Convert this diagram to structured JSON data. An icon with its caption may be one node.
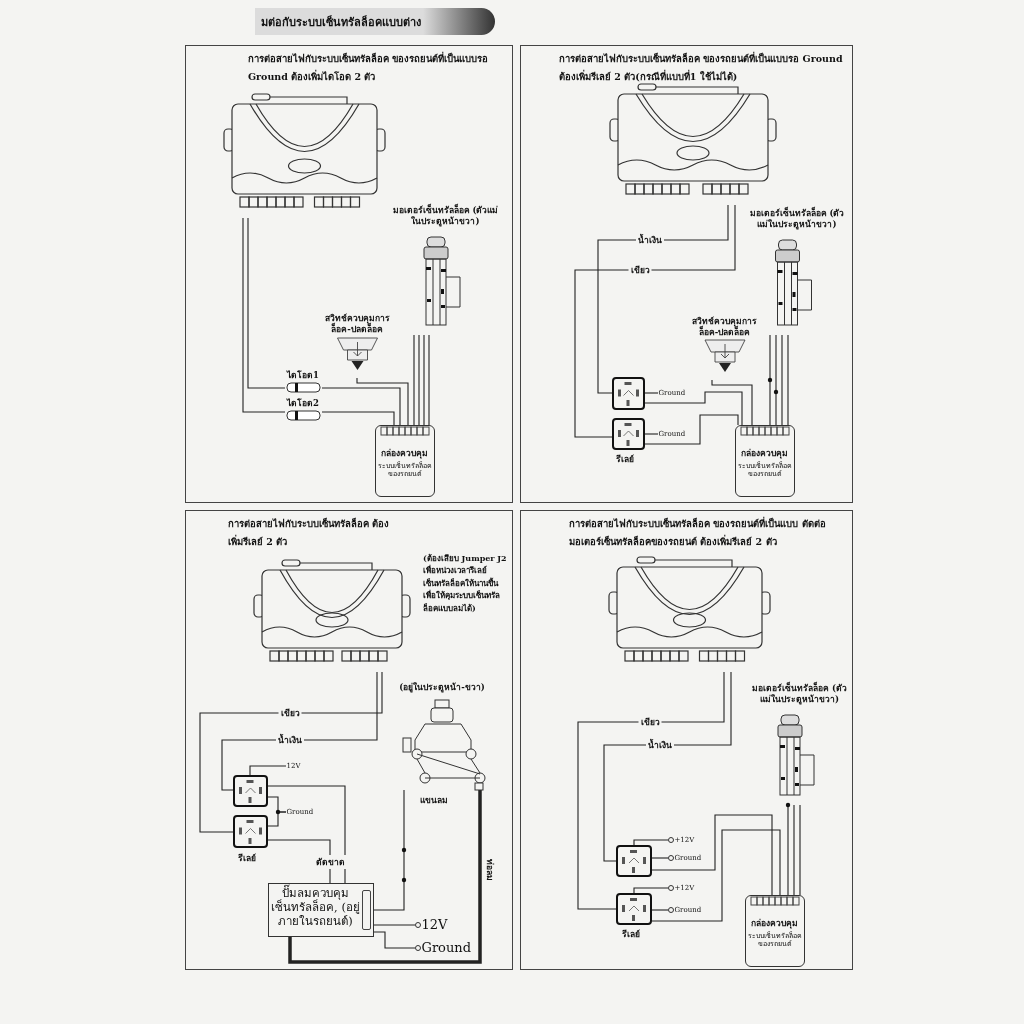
{
  "diagram": {
    "title": "มต่อกับระบบเซ็นทรัลล็อคแบบต่าง",
    "nodes": [
      {
        "text": [
          "การต่อสายไฟกับระบบเซ็นทรัลล็อค ของรถยนต์ที่เป็นแบบรอ Ground ต้องเพิ่มไดโอด 2 ตัว"
        ]
      },
      {
        "text": [],
        "shape": "box",
        "in": 0
      },
      {
        "text": [
          "มอเตอร์เซ็นทรัลล็อค (ตัวแม่ในประตูหน้าขวา)"
        ],
        "in": 0
      },
      {
        "text": [
          "สวิทช์ควบคุมการ ล็อค-ปลดล็อค"
        ],
        "in": 0
      },
      {
        "text": [
          "ไดโอด1"
        ],
        "in": 0
      },
      {
        "text": [
          "ไดโอด2"
        ],
        "in": 0
      },
      {
        "text": [
          "กล่องควบคุม",
          "ระบบเซ็นทรัลล็อคของรถยนต์"
        ],
        "in": 0
      },
      {
        "text": [
          "การต่อสายไฟกับระบบเซ็นทรัลล็อค ของรถยนต์ที่เป็นแบบรอ Ground ต้องเพิ่มรีเลย์ 2 ตัว(กรณีที่แบบที่1 ใช้ไม่ได้)"
        ]
      },
      {
        "text": [],
        "shape": "box",
        "in": 7
      },
      {
        "text": [
          "มอเตอร์เซ็นทรัลล็อค (ตัวแม่ในประตูหน้าขวา)"
        ],
        "in": 7
      },
      {
        "text": [
          "สวิทช์ควบคุมการ ล็อค-ปลดล็อค"
        ],
        "in": 7
      },
      {
        "text": [],
        "shape": "box",
        "in": 7
      },
      {
        "text": [],
        "shape": "box",
        "in": 7,
        "beside": [
          "รีเลย์"
        ]
      },
      {
        "text": [
          "Ground"
        ],
        "in": 7
      },
      {
        "text": [
          "Ground"
        ],
        "in": 7
      },
      {
        "text": [
          "กล่องควบคุม",
          "ระบบเซ็นทรัลล็อคของรถยนต์"
        ],
        "in": 7
      },
      {
        "text": [
          "การต่อสายไฟกับระบบเซ็นทรัลล็อค ต้องเพิ่มรีเลย์ 2 ตัว"
        ]
      },
      {
        "text": [],
        "shape": "box",
        "in": 16
      },
      {
        "text": [
          "(อยู่ในประตูหน้า-ขวา)"
        ],
        "in": 16,
        "beside": [
          "แขนลม"
        ]
      },
      {
        "text": [],
        "shape": "box",
        "in": 16
      },
      {
        "text": [],
        "shape": "box",
        "in": 16,
        "beside": [
          "รีเลย์"
        ]
      },
      {
        "text": [
          "12V"
        ],
        "in": 16
      },
      {
        "text": [
          "Ground"
        ],
        "in": 16
      },
      {
        "text": [
          "ปั๊มลมควบคุม เซ็นทรัลล็อค, (อยู่ภายในรถยนต์)"
        ],
        "in": 16
      },
      {
        "text": [
          "12V"
        ],
        "in": 16
      },
      {
        "text": [
          "Ground"
        ],
        "in": 16
      },
      {
        "text": [
          "การต่อสายไฟกับระบบเซ็นทรัลล็อค ของรถยนต์ที่เป็นแบบ ตัดต่อมอเตอร์เซ็นทรัลล็อคของรถยนต์ ต้องเพิ่มรีเลย์ 2 ตัว"
        ]
      },
      {
        "text": [],
        "shape": "box",
        "in": 26
      },
      {
        "text": [
          "มอเตอร์เซ็นทรัลล็อค (ตัวแม่ในประตูหน้าขวา)"
        ],
        "in": 26
      },
      {
        "text": [],
        "shape": "box",
        "in": 26
      },
      {
        "text": [],
        "shape": "box",
        "in": 26,
        "beside": [
          "รีเลย์"
        ]
      },
      {
        "text": [
          "+12V"
        ],
        "in": 26
      },
      {
        "text": [
          "Ground"
        ],
        "in": 26
      },
      {
        "text": [
          "+12V"
        ],
        "in": 26
      },
      {
        "text": [
          "Ground"
        ],
        "in": 26
      },
      {
        "text": [
          "กล่องควบคุม",
          "ระบบเซ็นทรัลล็อคของรถยนต์"
        ],
        "in": 26
      }
    ],
    "edges": [
      {
        "from": 1,
        "to": 4,
        "arrow": "none"
      },
      {
        "from": 1,
        "to": 5,
        "arrow": "none"
      },
      {
        "from": 4,
        "to": 6,
        "arrow": "none"
      },
      {
        "from": 5,
        "to": 6,
        "arrow": "none"
      },
      {
        "from": 3,
        "to": 6,
        "arrow": "none"
      },
      {
        "from": 2,
        "to": 6,
        "arrow": "none"
      },
      {
        "from": 8,
        "to": 12,
        "arrow": "none",
        "label": "เขียว"
      },
      {
        "from": 8,
        "to": 11,
        "arrow": "none",
        "label": "น้ำเงิน"
      },
      {
        "from": 11,
        "to": 13,
        "arrow": "none"
      },
      {
        "from": 12,
        "to": 14,
        "arrow": "none"
      },
      {
        "from": 11,
        "to": 15,
        "arrow": "none"
      },
      {
        "from": 12,
        "to": 15,
        "arrow": "none"
      },
      {
        "from": 10,
        "to": 15,
        "arrow": "none"
      },
      {
        "from": 9,
        "to": 15,
        "arrow": "none"
      },
      {
        "from": 17,
        "to": 20,
        "arrow": "none",
        "label": "เขียว"
      },
      {
        "from": 17,
        "to": 19,
        "arrow": "none",
        "label": "น้ำเงิน"
      },
      {
        "from": 19,
        "to": 21,
        "arrow": "none"
      },
      {
        "from": 19,
        "to": 22,
        "arrow": "none"
      },
      {
        "from": 20,
        "to": 22,
        "arrow": "none"
      },
      {
        "from": 19,
        "to": 23,
        "arrow": "none"
      },
      {
        "from": 20,
        "to": 23,
        "arrow": "none",
        "label": "ตัดขาด"
      },
      {
        "from": 18,
        "to": 23,
        "arrow": "none"
      },
      {
        "from": 23,
        "to": 24,
        "arrow": "none"
      },
      {
        "from": 23,
        "to": 25,
        "arrow": "none"
      },
      {
        "from": 23,
        "to": 18,
        "arrow": "none",
        "label": "ท่อลม",
        "style": "thick"
      },
      {
        "from": 27,
        "to": 30,
        "arrow": "none",
        "label": "เขียว"
      },
      {
        "from": 27,
        "to": 29,
        "arrow": "none",
        "label": "น้ำเงิน"
      },
      {
        "from": 29,
        "to": 31,
        "arrow": "none"
      },
      {
        "from": 29,
        "to": 32,
        "arrow": "none"
      },
      {
        "from": 30,
        "to": 33,
        "arrow": "none"
      },
      {
        "from": 30,
        "to": 34,
        "arrow": "none"
      },
      {
        "from": 29,
        "to": 35,
        "arrow": "none"
      },
      {
        "from": 30,
        "to": 35,
        "arrow": "none"
      },
      {
        "from": 28,
        "to": 35,
        "arrow": "none"
      }
    ],
    "labels": [
      "(ต้องเสียบ Jumper J2 เพื่อหน่วงเวลารีเลย์เซ็นทรัลล็อคให้นานขึ้นเพื่อให้คุมระบบเซ็นทรัลล็อคแบบลมได้)"
    ]
  }
}
